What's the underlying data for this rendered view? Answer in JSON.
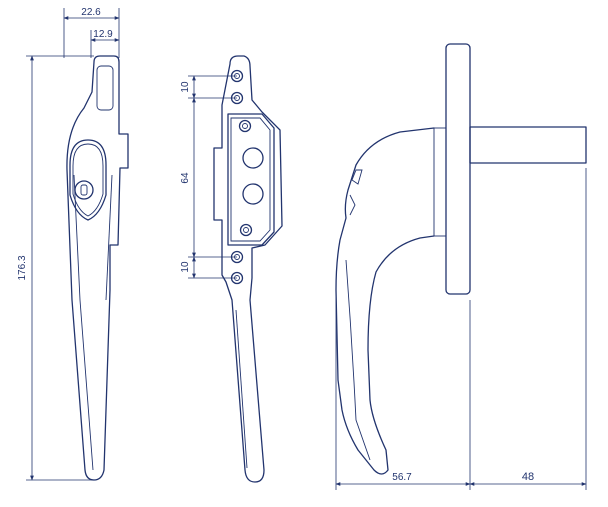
{
  "dimensions": {
    "overall_height": "176.3",
    "top_width": "22.6",
    "top_inner_width": "12.9",
    "hole_spacing_top": "10",
    "hole_spacing_mid": "64",
    "hole_spacing_bottom": "10",
    "projection": "56.7",
    "spindle_length": "48"
  },
  "colors": {
    "line": "#22346e",
    "background": "#ffffff"
  }
}
